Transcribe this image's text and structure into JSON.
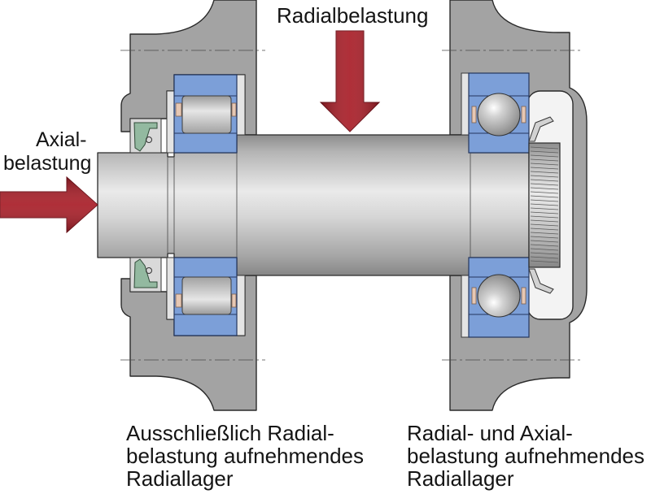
{
  "labels": {
    "radial_load": "Radialbelastung",
    "axial_load": [
      "Axial-",
      "belastung"
    ],
    "left_bearing_caption": [
      "Ausschließlich Radial-",
      "belastung aufnehmendes",
      "Radiallager"
    ],
    "right_bearing_caption": [
      "Radial- und Axial-",
      "belastung aufnehmendes",
      "Radiallager"
    ]
  },
  "colors": {
    "load_arrow": "#a81d27",
    "bearing_ring": "#7c9fd8",
    "housing": "#a3a3a3"
  }
}
